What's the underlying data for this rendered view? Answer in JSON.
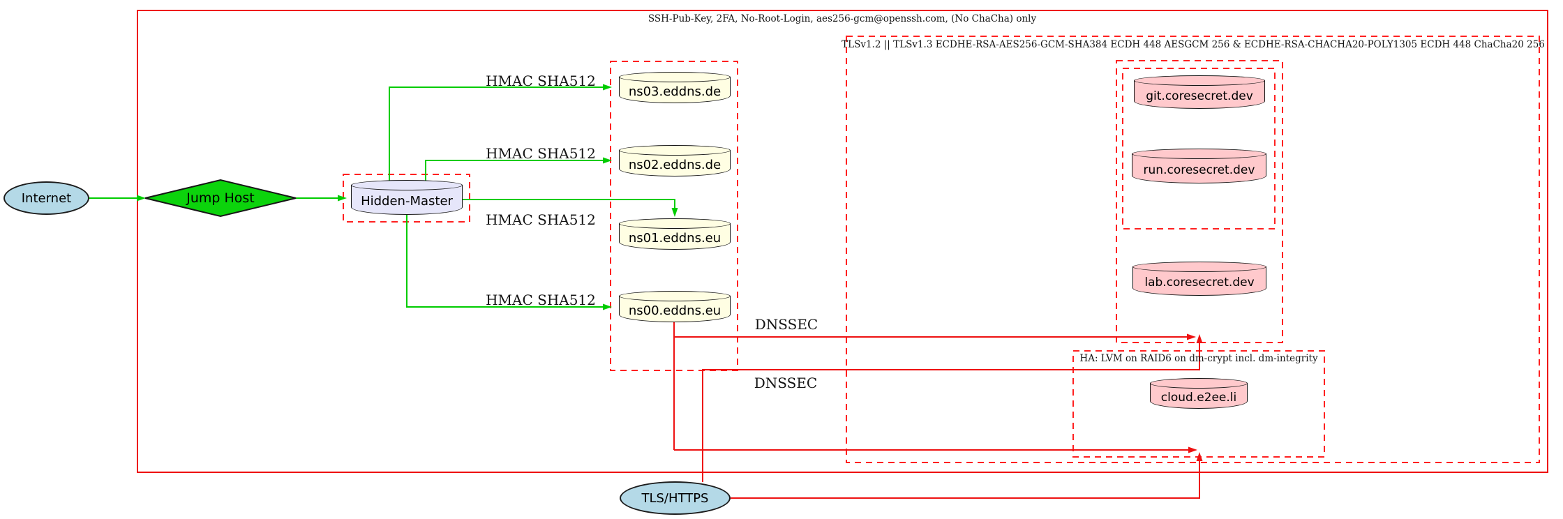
{
  "clusters": {
    "ssh": {
      "title": "SSH-Pub-Key, 2FA, No-Root-Login, aes256-gcm@openssh.com, (No ChaCha) only"
    },
    "tls": {
      "title": "TLSv1.2 || TLSv1.3 ECDHE-RSA-AES256-GCM-SHA384 ECDH 448 AESGCM 256 & ECDHE-RSA-CHACHA20-POLY1305 ECDH 448 ChaCha20 256"
    },
    "ha": {
      "title": "HA: LVM on RAID6 on dm-crypt incl. dm-integrity"
    }
  },
  "nodes": {
    "internet": {
      "label": "Internet",
      "shape": "ellipse",
      "fill": "#b4d9e7"
    },
    "jump_host": {
      "label": "Jump Host",
      "shape": "diamond",
      "fill": "#0cd30c"
    },
    "hidden_master": {
      "label": "Hidden-Master",
      "shape": "cylinder",
      "fill": "#e6e6fa"
    },
    "ns03": {
      "label": "ns03.eddns.de",
      "shape": "cylinder",
      "fill": "#fffee3"
    },
    "ns02": {
      "label": "ns02.eddns.de",
      "shape": "cylinder",
      "fill": "#fffee3"
    },
    "ns01": {
      "label": "ns01.eddns.eu",
      "shape": "cylinder",
      "fill": "#fffee3"
    },
    "ns00": {
      "label": "ns00.eddns.eu",
      "shape": "cylinder",
      "fill": "#fffee3"
    },
    "git": {
      "label": "git.coresecret.dev",
      "shape": "cylinder",
      "fill": "#ffc9cc"
    },
    "run": {
      "label": "run.coresecret.dev",
      "shape": "cylinder",
      "fill": "#ffc9cc"
    },
    "lab": {
      "label": "lab.coresecret.dev",
      "shape": "cylinder",
      "fill": "#ffc9cc"
    },
    "cloud": {
      "label": "cloud.e2ee.li",
      "shape": "cylinder",
      "fill": "#ffc9cc"
    },
    "tls_https": {
      "label": "TLS/HTTPS",
      "shape": "ellipse",
      "fill": "#b4d9e7"
    }
  },
  "edge_labels": {
    "hmac_ns03": "HMAC SHA512",
    "hmac_ns02": "HMAC SHA512",
    "hmac_ns01": "HMAC SHA512",
    "hmac_ns00": "HMAC SHA512",
    "dnssec_1": "DNSSEC",
    "dnssec_2": "DNSSEC"
  },
  "colors": {
    "secure_edge_green": "#00cc00",
    "alert_edge_red": "#ee1111",
    "cluster_dashed_red": "#ff2020",
    "node_border_black": "#1a1a1a"
  }
}
